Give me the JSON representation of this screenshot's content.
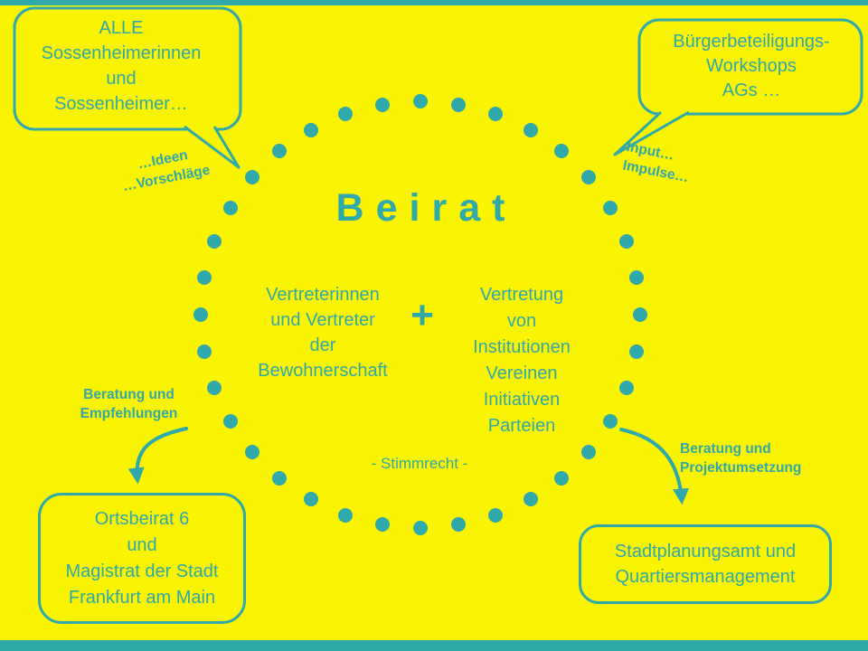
{
  "colors": {
    "background": "#FAF302",
    "teal": "#2FA9A9"
  },
  "title": "Beirat",
  "circle": {
    "left_column": "Vertreterinnen\nund Vertreter\nder\nBewohnerschaft",
    "plus_sign": "+",
    "right_column": "Vertretung\nvon\nInstitutionen\nVereinen\nInitiativen\nParteien",
    "voting_note": "- Stimmrecht -"
  },
  "bubbles": {
    "top_left": "ALLE\nSossenheimerinnen\nund\nSossenheimer…",
    "top_right": "Bürgerbeteiligungs-\nWorkshops\nAGs …",
    "bottom_left": "Ortsbeirat 6\nund\nMagistrat der Stadt\nFrankfurt am Main",
    "bottom_right": "Stadtplanungsamt und\nQuartiersmanagement"
  },
  "annotations": {
    "ideas": "…Ideen\n…Vorschläge",
    "input": "Input…\nImpulse…",
    "advice_left": "Beratung und\nEmpfehlungen",
    "advice_right": "Beratung und\nProjektumsetzung"
  }
}
